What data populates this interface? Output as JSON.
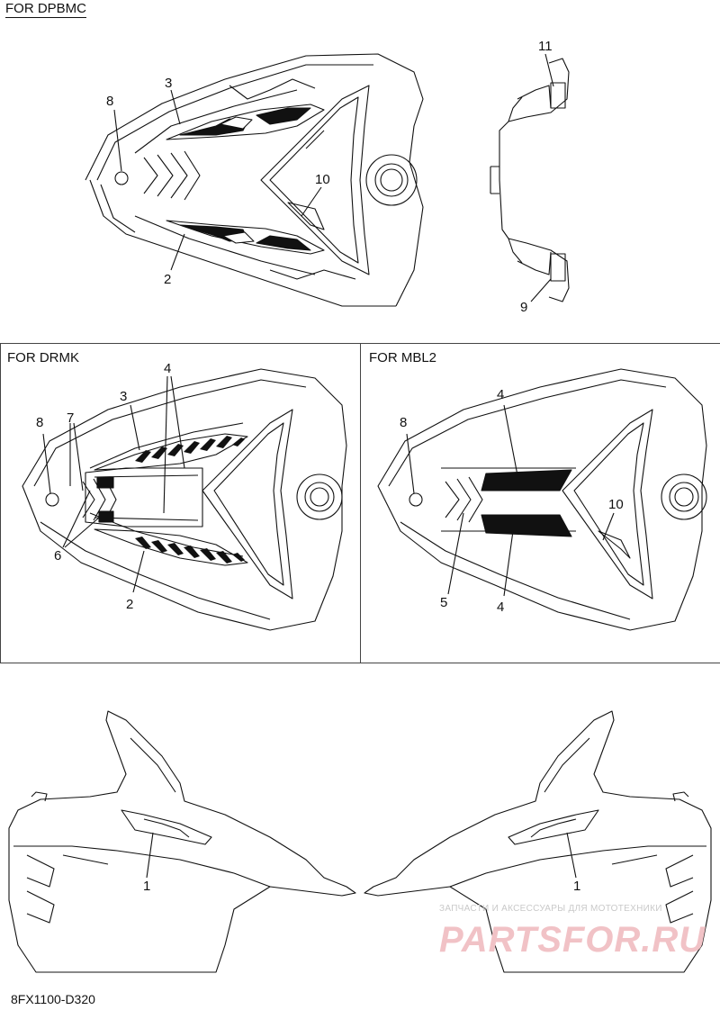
{
  "sections": {
    "top": {
      "title": "FOR DPBMC"
    },
    "mid_left": {
      "title": "FOR DRMK"
    },
    "mid_right": {
      "title": "FOR MBL2"
    }
  },
  "callouts": {
    "top": [
      "8",
      "3",
      "10",
      "2",
      "11",
      "9"
    ],
    "mid_left": [
      "8",
      "7",
      "3",
      "4",
      "6",
      "2"
    ],
    "mid_right": [
      "8",
      "4",
      "10",
      "5",
      "4"
    ],
    "bottom": [
      "1",
      "1"
    ]
  },
  "watermark": {
    "small": "ЗАПЧАСТИ И АКСЕССУАРЫ ДЛЯ МОТОТЕХНИКИ",
    "big": "PARTSFOR.RU"
  },
  "part_number": "8FX1100-D320",
  "colors": {
    "line": "#111111",
    "divider": "#444444",
    "watermark_red": "#f1c2c6",
    "watermark_gray": "#c9c9c9"
  }
}
